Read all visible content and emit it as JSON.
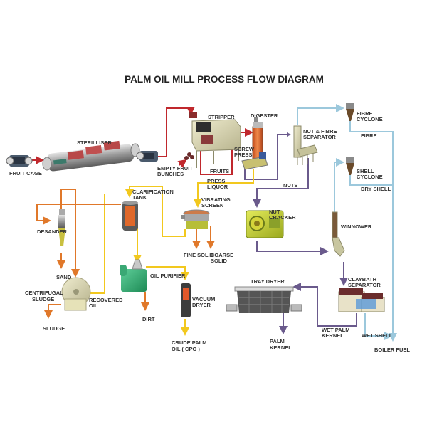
{
  "title": "PALM OIL MILL PROCESS FLOW DIAGRAM",
  "colors": {
    "fruit_line": "#c0282d",
    "oil_line": "#f2c81e",
    "sludge_line": "#e0782a",
    "nut_line": "#6a5a8c",
    "fibre_line": "#9cc8dc"
  },
  "equipment": {
    "fruit_cage": "FRUIT CAGE",
    "steriliser": "STERILLISER",
    "stripper": "STRIPPER",
    "digester": "DIGESTER",
    "screw_press_1": "SCREW",
    "screw_press_2": "PRESS",
    "nut_fibre_separator_1": "NUT & FIBRE",
    "nut_fibre_separator_2": "SEPARATOR",
    "fibre_cyclone_1": "FIBRE",
    "fibre_cyclone_2": "CYCLONE",
    "shell_cyclone_1": "SHELL",
    "shell_cyclone_2": "CYCLONE",
    "clarification_tank_1": "CLARIFICATION",
    "clarification_tank_2": "TANK",
    "vibrating_screen_1": "VIBRATING",
    "vibrating_screen_2": "SCREEN",
    "nut_cracker_1": "NUT",
    "nut_cracker_2": "CRACKER",
    "winnower": "WINNOWER",
    "desander": "DESANDER",
    "centrifugal_sludge_1": "CENTRIFUGAL",
    "centrifugal_sludge_2": "SLUDGE",
    "oil_purifier": "OIL PURIFIER",
    "vacuum_dryer_1": "VACUUM",
    "vacuum_dryer_2": "DRYER",
    "tray_dryer": "TRAY DRYER",
    "claybath_separator_1": "CLAYBATH",
    "claybath_separator_2": "SEPARATOR"
  },
  "streams": {
    "empty_fruit_bunches_1": "EMPTY FRUIT",
    "empty_fruit_bunches_2": "BUNCHES",
    "fruits": "FRUITS",
    "press_liquor_1": "PRESS",
    "press_liquor_2": "LIQUOR",
    "nuts": "NUTS",
    "fibre": "FIBRE",
    "dry_shell": "DRY SHELL",
    "fine_solid": "FINE SOLID",
    "coarse_solid_1": "COARSE",
    "coarse_solid_2": "SOLID",
    "sand": "SAND",
    "recovered_oil_1": "RECOVERED",
    "recovered_oil_2": "OIL",
    "sludge": "SLUDGE",
    "dirt": "DIRT",
    "crude_palm_oil_1": "CRUDE PALM",
    "crude_palm_oil_2": "OIL ( CPO )",
    "palm_kernel_1": "PALM",
    "palm_kernel_2": "KERNEL",
    "wet_palm_kernel_1": "WET PALM",
    "wet_palm_kernel_2": "KERNEL",
    "wet_shell": "WET SHELL",
    "boiler_fuel": "BOILER FUEL"
  }
}
